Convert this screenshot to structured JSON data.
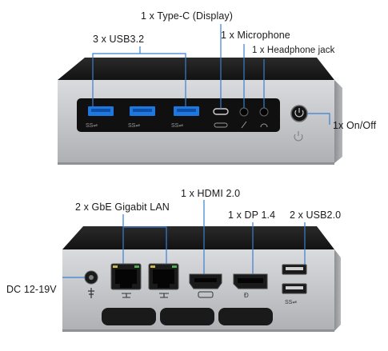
{
  "front": {
    "labels": {
      "type_c": "1 x Type-C (Display)",
      "microphone": "1 x Microphone",
      "usb32": "3 x USB3.2",
      "headphone": "1 x Headphone jack",
      "power": "1x On/Off"
    }
  },
  "back": {
    "labels": {
      "hdmi": "1 x HDMI 2.0",
      "lan": "2  x GbE Gigabit LAN",
      "dp": "1 x DP 1.4",
      "usb20": "2 x USB2.0",
      "dc": "DC 12-19V"
    }
  },
  "colors": {
    "callout_line": "#3b7fd1",
    "usb3_blue": "#2f7fe0",
    "chassis_top": "#1c1c1c",
    "chassis_body": "#c9cbce"
  }
}
